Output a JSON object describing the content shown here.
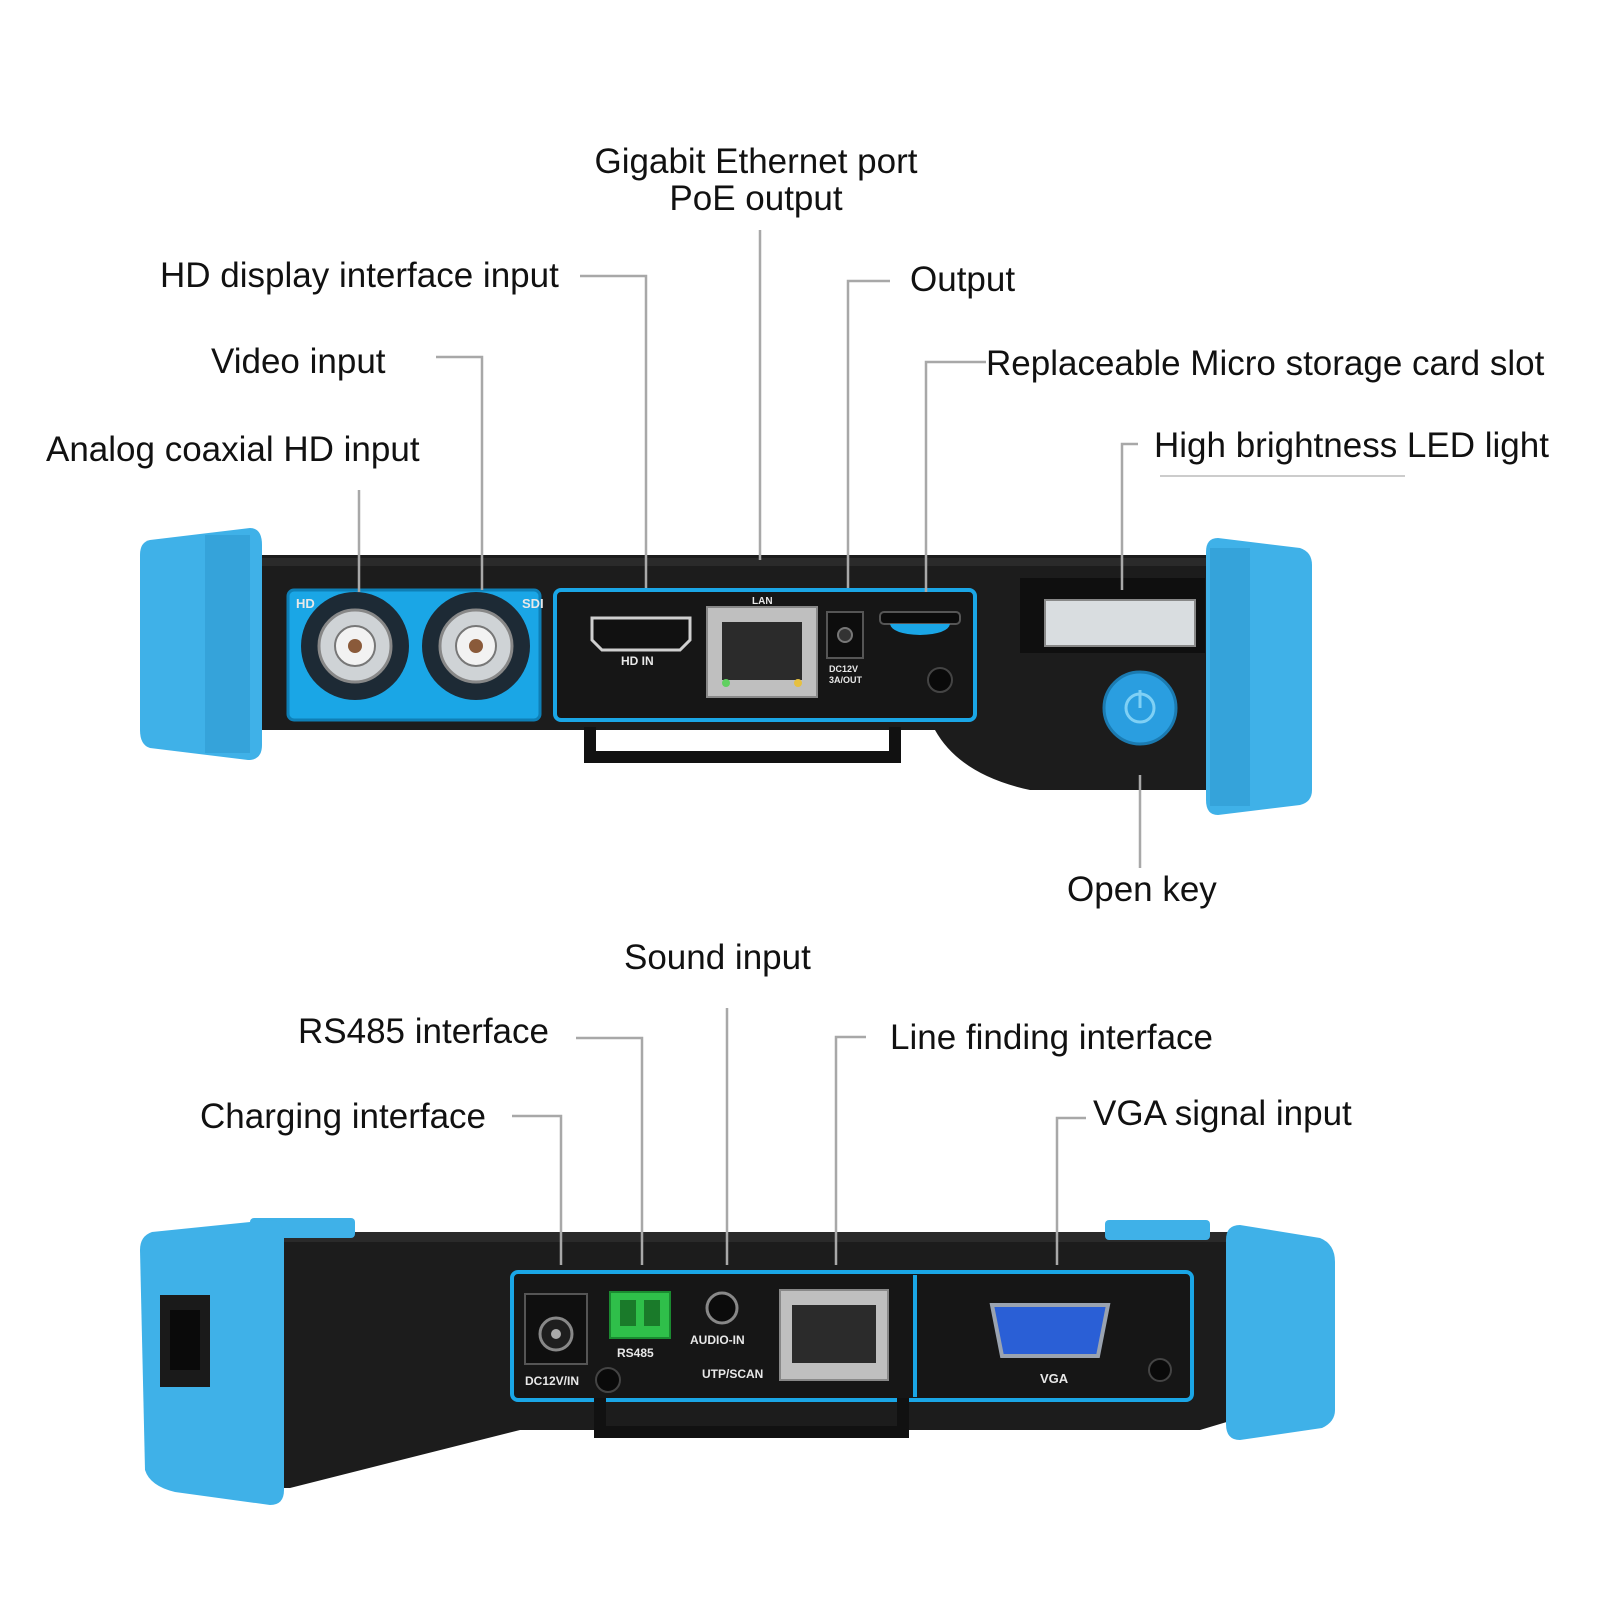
{
  "callouts": {
    "gigabit_line1": "Gigabit Ethernet port",
    "gigabit_line2": "PoE output",
    "hd_display": "HD display interface input",
    "output": "Output",
    "video_input": "Video input",
    "micro_card": "Replaceable Micro storage card slot",
    "analog_coax": "Analog coaxial HD input",
    "led_light": "High brightness LED light",
    "open_key": "Open key",
    "sound_input": "Sound input",
    "rs485": "RS485 interface",
    "line_finding": "Line finding interface",
    "charging": "Charging interface",
    "vga_input": "VGA signal input"
  },
  "device_labels": {
    "hd": "HD",
    "sdi": "SDI",
    "lan": "LAN",
    "hd_in": "HD IN",
    "dc12v_out_a": "DC12V",
    "dc12v_out_b": "3A/OUT",
    "dc12v_in": "DC12V/IN",
    "rs485": "RS485",
    "audio_in": "AUDIO-IN",
    "utp_scan": "UTP/SCAN",
    "vga": "VGA"
  },
  "colors": {
    "bumper_blue": "#3fb1e8",
    "trim_blue": "#1aa6e6",
    "body_black": "#1c1c1c",
    "leader_gray": "#a8a8a8",
    "power_button_blue": "#2a9ee0",
    "terminal_green": "#2fbf4a",
    "vga_blue": "#2a5fd6"
  }
}
